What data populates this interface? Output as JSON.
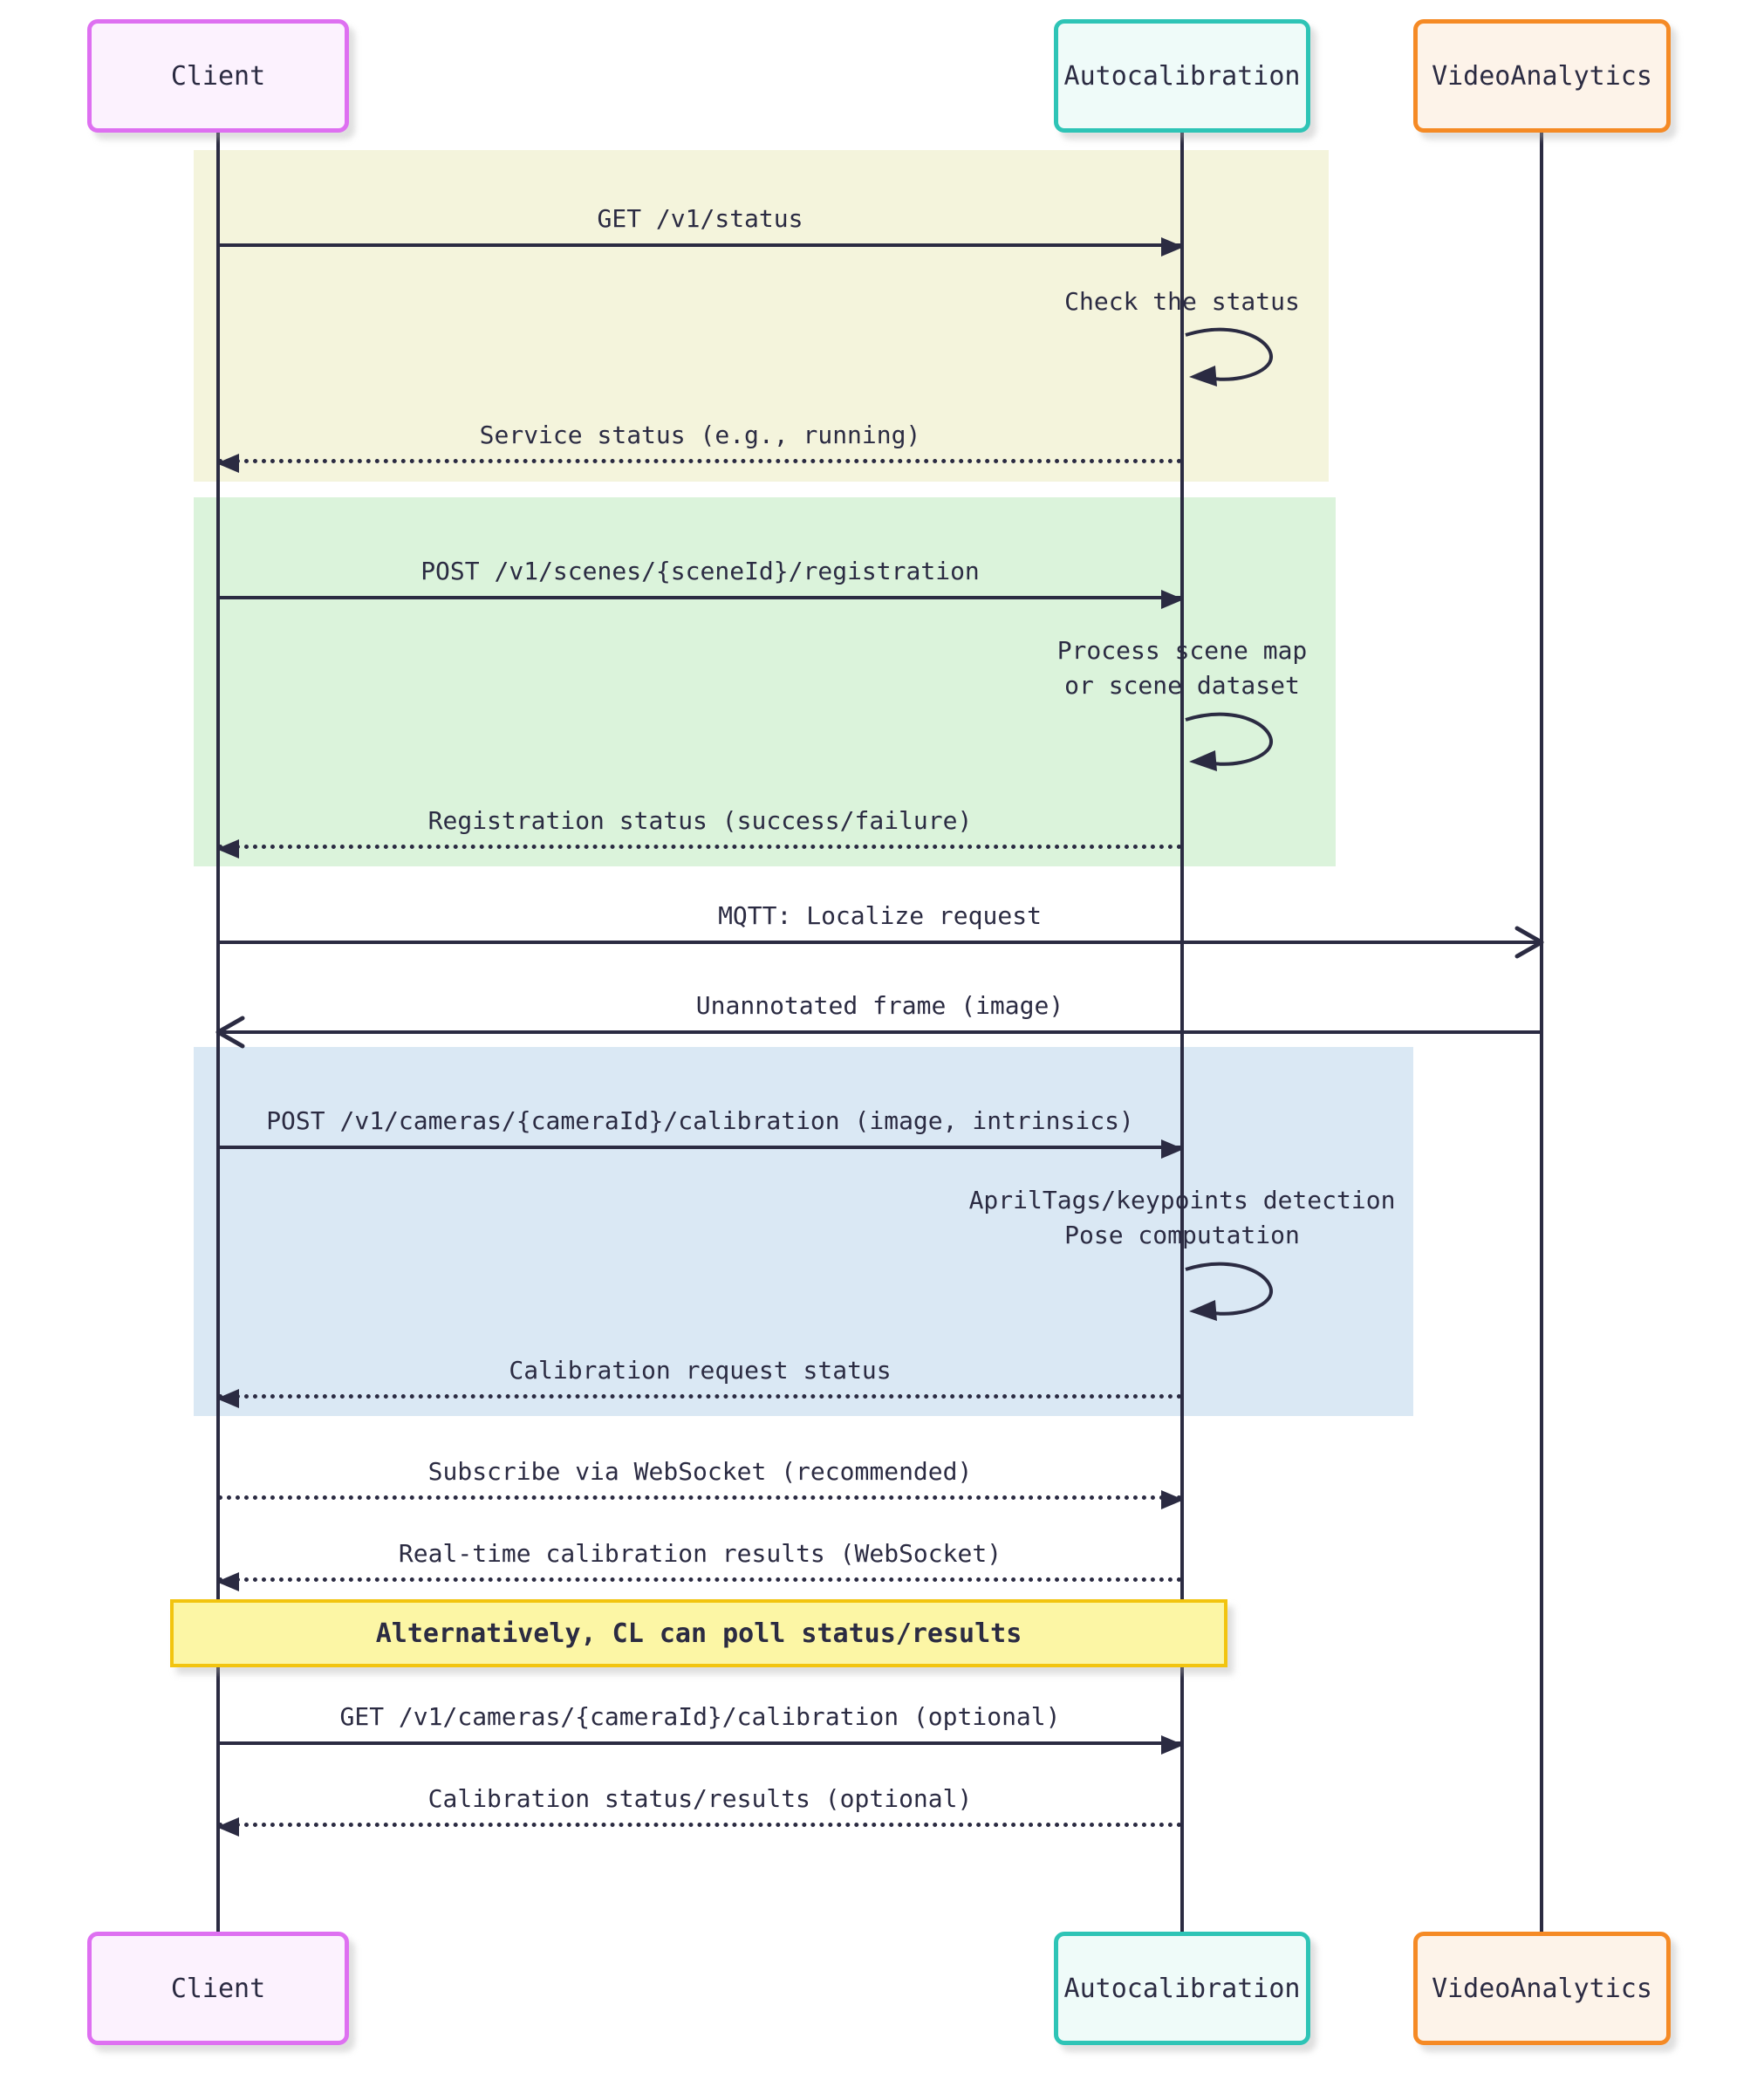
{
  "diagram_type": "sequence-diagram",
  "participants": [
    {
      "id": "client",
      "label": "Client"
    },
    {
      "id": "autocalibration",
      "label": "Autocalibration"
    },
    {
      "id": "videoanalytics",
      "label": "VideoAnalytics"
    }
  ],
  "messages": [
    {
      "label": "GET /v1/status",
      "from": "client",
      "to": "autocalibration",
      "line": "solid",
      "head": "filled"
    },
    {
      "label": "Check the status",
      "from": "autocalibration",
      "to": "autocalibration",
      "type": "self-loop"
    },
    {
      "label": "Service status (e.g., running)",
      "from": "autocalibration",
      "to": "client",
      "line": "dotted",
      "head": "filled"
    },
    {
      "label": "POST /v1/scenes/{sceneId}/registration",
      "from": "client",
      "to": "autocalibration",
      "line": "solid",
      "head": "filled"
    },
    {
      "label": "Process scene map\nor scene dataset",
      "from": "autocalibration",
      "to": "autocalibration",
      "type": "self-loop"
    },
    {
      "label": "Registration status (success/failure)",
      "from": "autocalibration",
      "to": "client",
      "line": "dotted",
      "head": "filled"
    },
    {
      "label": "MQTT: Localize request",
      "from": "client",
      "to": "videoanalytics",
      "line": "solid",
      "head": "open"
    },
    {
      "label": "Unannotated frame (image)",
      "from": "videoanalytics",
      "to": "client",
      "line": "solid",
      "head": "open"
    },
    {
      "label": "POST /v1/cameras/{cameraId}/calibration (image, intrinsics)",
      "from": "client",
      "to": "autocalibration",
      "line": "solid",
      "head": "filled"
    },
    {
      "label": "AprilTags/keypoints detection\nPose computation",
      "from": "autocalibration",
      "to": "autocalibration",
      "type": "self-loop"
    },
    {
      "label": "Calibration request status",
      "from": "autocalibration",
      "to": "client",
      "line": "dotted",
      "head": "filled"
    },
    {
      "label": "Subscribe via WebSocket (recommended)",
      "from": "client",
      "to": "autocalibration",
      "line": "dotted",
      "head": "filled"
    },
    {
      "label": "Real-time calibration results (WebSocket)",
      "from": "autocalibration",
      "to": "client",
      "line": "dotted",
      "head": "filled"
    },
    {
      "label": "GET /v1/cameras/{cameraId}/calibration (optional)",
      "from": "client",
      "to": "autocalibration",
      "line": "solid",
      "head": "filled"
    },
    {
      "label": "Calibration status/results (optional)",
      "from": "autocalibration",
      "to": "client",
      "line": "dotted",
      "head": "filled"
    }
  ],
  "note": {
    "label": "Alternatively, CL can poll status/results",
    "over": "client-autocalibration"
  },
  "colors": {
    "text": "#2b2b42",
    "line": "#2b2b42",
    "client_border": "#de70f1",
    "client_fill": "#fcf2fe",
    "autocalibration_border": "#2ec4b6",
    "autocalibration_fill": "#effbf9",
    "videoanalytics_border": "#f58a25",
    "videoanalytics_fill": "#fdf3e9",
    "phase1_background": "#f4f4dc",
    "phase2_background": "#dbf3db",
    "phase3_background": "#dae8f4",
    "note_fill": "#fcf6a5",
    "note_border": "#f2c40f"
  }
}
